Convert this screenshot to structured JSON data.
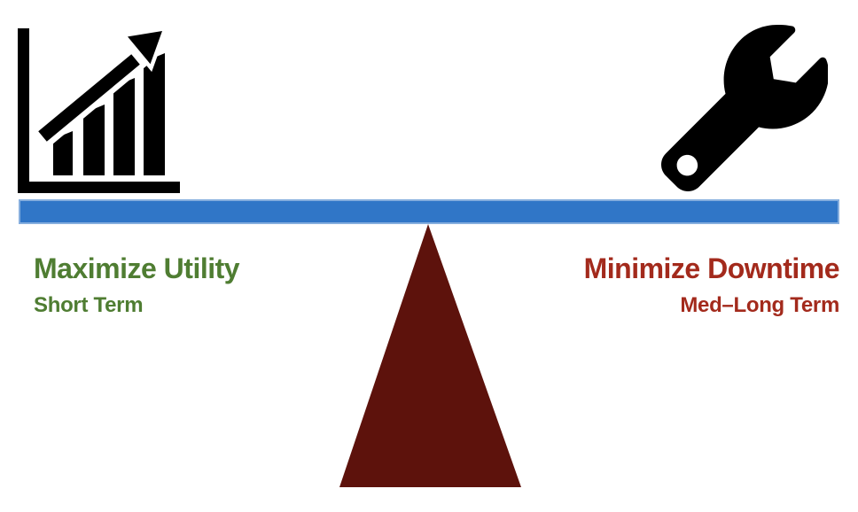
{
  "slide": {
    "background": "#ffffff"
  },
  "beam": {
    "fill": "#3076c7",
    "border": "#85aede"
  },
  "fulcrum": {
    "fill": "#5d120c"
  },
  "icons": {
    "left": "growth-chart-icon",
    "right": "wrench-icon",
    "color": "#000000"
  },
  "left_label": {
    "title": "Maximize Utility",
    "subtitle": "Short Term",
    "color": "#4f7d32"
  },
  "right_label": {
    "title": "Minimize Downtime",
    "subtitle": "Med–Long Term",
    "color": "#a32a1c"
  }
}
